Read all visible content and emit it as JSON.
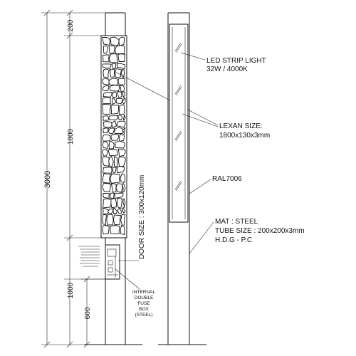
{
  "dimensions": {
    "total": "3000",
    "top": "200",
    "panel": "1800",
    "lower": "1000",
    "base": "600"
  },
  "labels": {
    "led_line1": "LED STRIP LIGHT",
    "led_line2": "32W / 4000K",
    "lexan_line1": "LEXAN SIZE:",
    "lexan_line2": "1800x130x3mm",
    "ral": "RAL7006",
    "mat": "MAT : STEEL",
    "tube": "TUBE SIZE : 200x200x3mm",
    "finish": "H.D.G - P.C",
    "door": "DOOR SIZE : 300x120mm",
    "fuse_line1": "INTERNAL",
    "fuse_line2": "DOUBLE",
    "fuse_line3": "FUSE",
    "fuse_line4": "BOX",
    "fuse_line5": "(STEEL)"
  }
}
